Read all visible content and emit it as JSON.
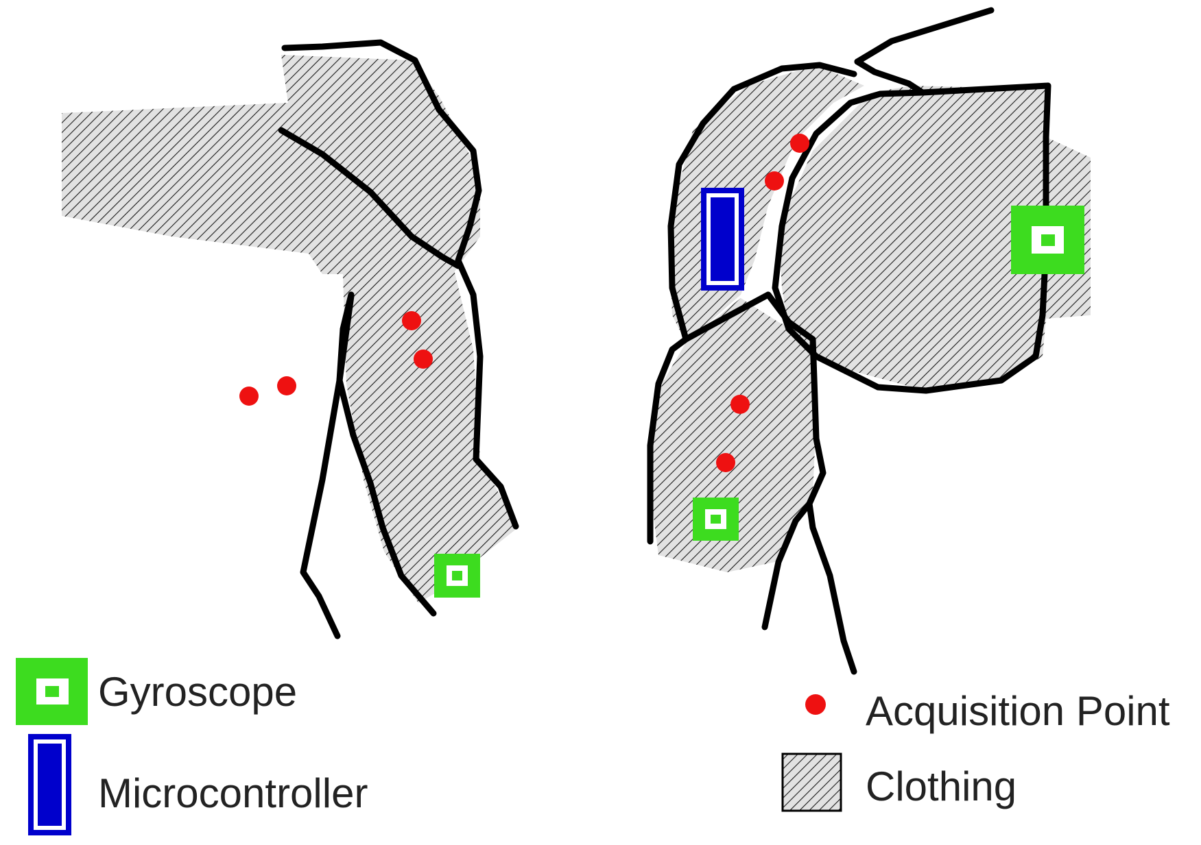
{
  "legend": {
    "gyroscope_label": "Gyroscope",
    "microcontroller_label": "Microcontroller",
    "acquisition_point_label": "Acquisition Point",
    "clothing_label": "Clothing"
  },
  "colors": {
    "gyroscope": "#3ddc1f",
    "microcontroller": "#0000cc",
    "acquisition_point": "#ee1111",
    "clothing_fill": "#e2e2e2",
    "clothing_hatch": "#1a1a1a",
    "body_outline": "#000000"
  },
  "icons": {
    "gyroscope": "gyroscope-icon",
    "microcontroller": "microcontroller-icon",
    "acquisition_point": "acquisition-point-icon",
    "clothing": "clothing-swatch-icon"
  }
}
